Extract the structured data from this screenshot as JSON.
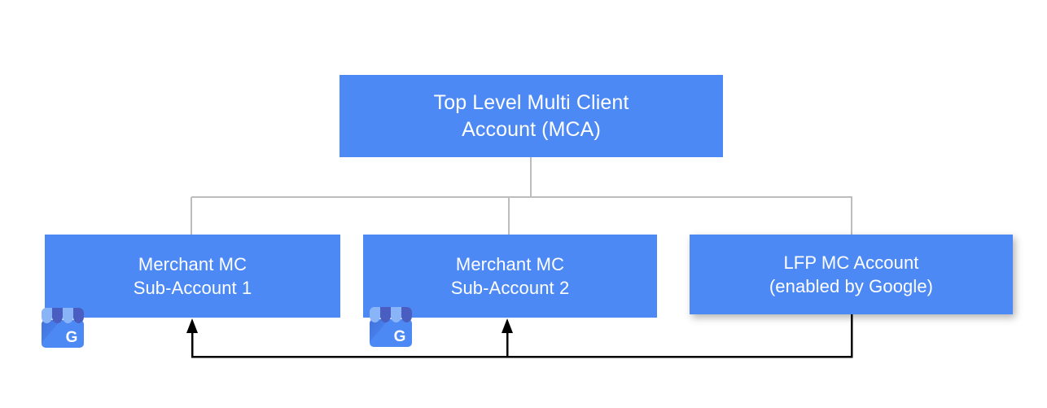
{
  "diagram": {
    "title_text": "Top Level Multi Client Account (MCA) hierarchy",
    "background_color": "#ffffff",
    "node_fill_color": "#4d89f5",
    "node_text_color": "#ffffff",
    "tree_connector_color": "#bdbdbd",
    "feed_arrow_color": "#000000"
  },
  "nodes": {
    "top": {
      "label": "Top Level Multi Client\nAccount (MCA)",
      "line1": "Top Level Multi Client",
      "line2": "Account (MCA)"
    },
    "sub1": {
      "label": "Merchant MC\nSub-Account 1",
      "line1": "Merchant MC",
      "line2": "Sub-Account 1"
    },
    "sub2": {
      "label": "Merchant MC\nSub-Account 2",
      "line1": "Merchant MC",
      "line2": "Sub-Account 2"
    },
    "lfp": {
      "label": "LFP MC Account\n(enabled by Google)",
      "line1": "LFP MC Account",
      "line2": "(enabled by Google)"
    }
  },
  "icons": {
    "gmb_1": "google-my-business-icon",
    "gmb_2": "google-my-business-icon"
  },
  "connectors": {
    "tree": "Top Level MCA branches to Merchant MC Sub-Account 1, Merchant MC Sub-Account 2 and LFP MC Account",
    "feed": "LFP MC Account feeds into Merchant MC Sub-Account 1 and Merchant MC Sub-Account 2"
  }
}
